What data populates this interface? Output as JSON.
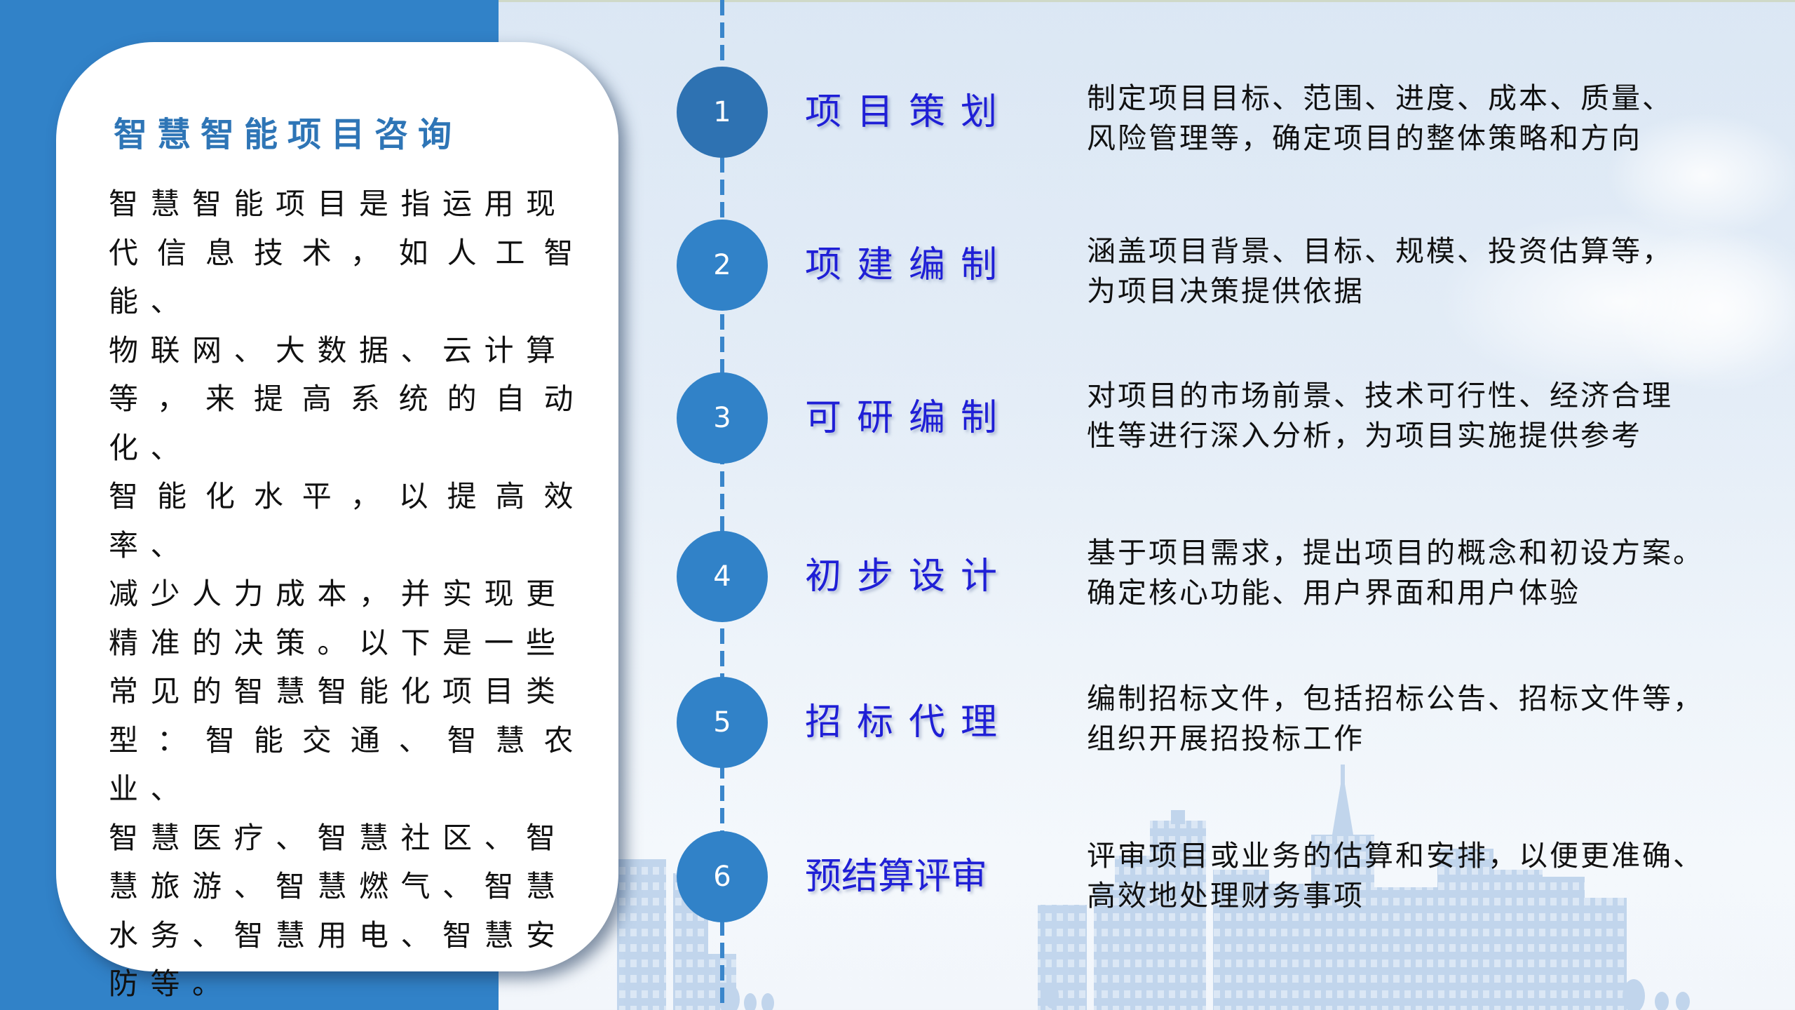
{
  "colors": {
    "panel_blue": "#3182c8",
    "title_blue": "#2e75b6",
    "step_title_blue": "#1f1fd6",
    "circle_blue": "#3182c8",
    "background": "#dbe7f4"
  },
  "card": {
    "title": "智慧智能项目咨询",
    "body": "智慧智能项目是指运用现代信息技术，如人工智能、物联网、大数据、云计算等，来提高系统的自动化、智能化水平，以提高效率、减少人力成本，并实现更精准的决策。以下是一些常见的智慧智能化项目类型：智能交通、智慧农业、智慧医疗、智慧社区、智慧旅游、智慧燃气、智慧水务、智慧用电、智慧安防等。",
    "body_lines": [
      "智慧智能项目是指运用现",
      "代信息技术，如人工智能、",
      "物联网、大数据、云计算",
      "等，来提高系统的自动化、",
      "智能化水平，以提高效率、",
      "减少人力成本，并实现更",
      "精准的决策。以下是一些",
      "常见的智慧智能化项目类",
      "型：智能交通、智慧农业、",
      "智慧医疗、智慧社区、智",
      "慧旅游、智慧燃气、智慧",
      "水务、智慧用电、智慧安",
      "防等。"
    ]
  },
  "steps": [
    {
      "number": "1",
      "title": "项目策划",
      "desc_line1": "制定项目目标、范围、进度、成本、质量、",
      "desc_line2": "风险管理等，确定项目的整体策略和方向"
    },
    {
      "number": "2",
      "title": "项建编制",
      "desc_line1": "涵盖项目背景、目标、规模、投资估算等，",
      "desc_line2": "为项目决策提供依据"
    },
    {
      "number": "3",
      "title": "可研编制",
      "desc_line1": "对项目的市场前景、技术可行性、经济合理",
      "desc_line2": "性等进行深入分析，为项目实施提供参考"
    },
    {
      "number": "4",
      "title": "初步设计",
      "desc_line1": "基于项目需求，提出项目的概念和初设方案。",
      "desc_line2": "确定核心功能、用户界面和用户体验"
    },
    {
      "number": "5",
      "title": "招标代理",
      "desc_line1": "编制招标文件，包括招标公告、招标文件等，",
      "desc_line2": "组织开展招投标工作"
    },
    {
      "number": "6",
      "title": "预结算评审",
      "desc_line1": "评审项目或业务的估算和安排，以便更准确、",
      "desc_line2": "高效地处理财务事项"
    }
  ]
}
